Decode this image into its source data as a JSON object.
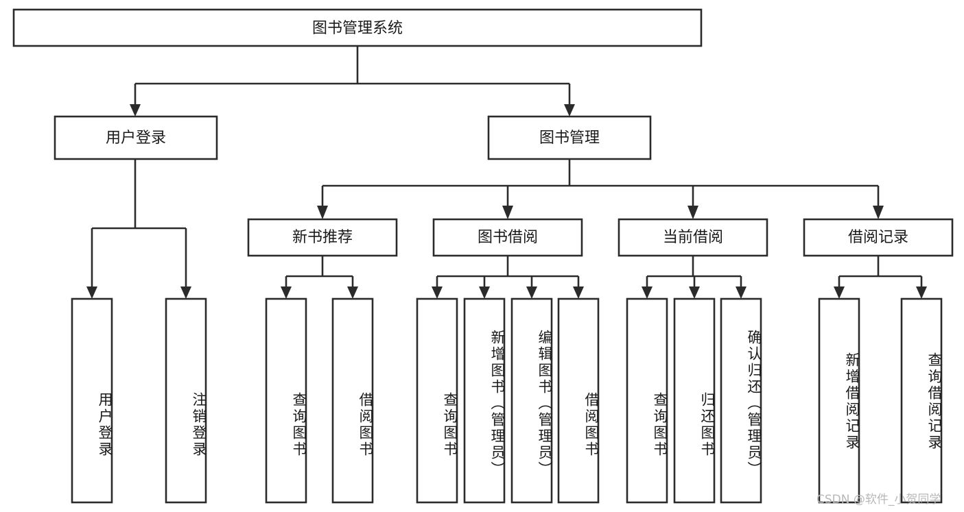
{
  "diagram": {
    "title": "图书管理系统",
    "watermark": "CSDN @软件_小贺同学",
    "root": {
      "label": "图书管理系统"
    },
    "level1": [
      {
        "label": "用户登录"
      },
      {
        "label": "图书管理"
      }
    ],
    "level2": [
      {
        "label": "新书推荐"
      },
      {
        "label": "图书借阅"
      },
      {
        "label": "当前借阅"
      },
      {
        "label": "借阅记录"
      }
    ],
    "leaves": {
      "user_login": [
        {
          "label": "用户登录"
        },
        {
          "label": "注销登录"
        }
      ],
      "new_book_recommend": [
        {
          "label": "查询图书"
        },
        {
          "label": "借阅图书"
        }
      ],
      "book_borrow": [
        {
          "label": "查询图书"
        },
        {
          "label": "新增图书（管理员）"
        },
        {
          "label": "编辑图书（管理员）"
        },
        {
          "label": "借阅图书"
        }
      ],
      "current_borrow": [
        {
          "label": "查询图书"
        },
        {
          "label": "归还图书"
        },
        {
          "label": "确认归还（管理员）"
        }
      ],
      "borrow_record": [
        {
          "label": "新增借阅记录"
        },
        {
          "label": "查询借阅记录"
        }
      ]
    },
    "colors": {
      "stroke": "#2b2b2b",
      "fill": "#ffffff",
      "text": "#1a1a1a",
      "watermark": "#b8b8b8"
    }
  }
}
